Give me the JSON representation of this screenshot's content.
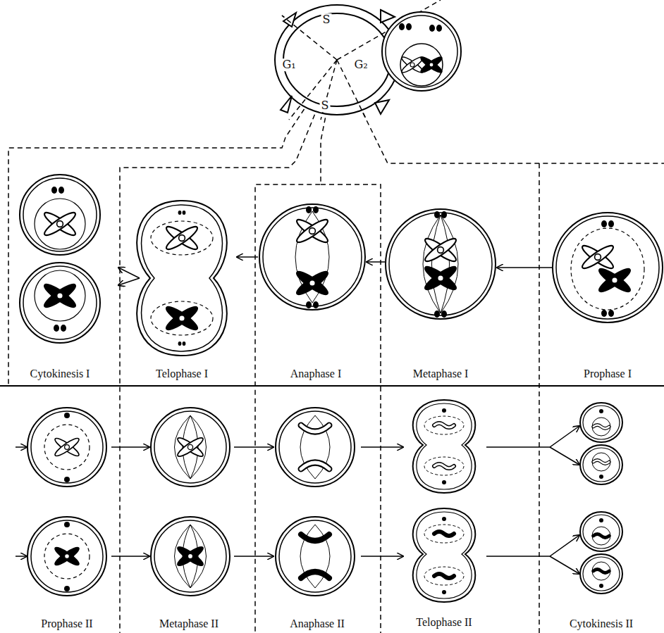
{
  "diagram": {
    "labels": [
      "S",
      "G₁",
      "G₂",
      "S",
      "Cytokinesis I",
      "Telophase I",
      "Anaphase I",
      "Metaphase I",
      "Prophase I",
      "Prophase II",
      "Metaphase II",
      "Anaphase II",
      "Telophase II",
      "Cytokinesis II"
    ]
  }
}
